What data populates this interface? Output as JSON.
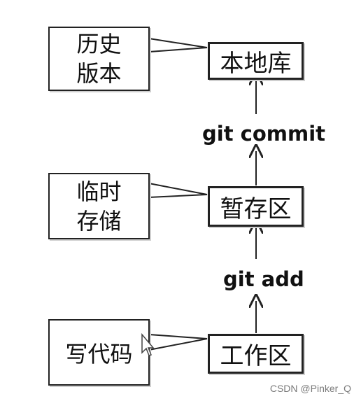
{
  "nodes": {
    "repo": "本地库",
    "staging": "暂存区",
    "workspace": "工作区"
  },
  "commands": {
    "commit": "git commit",
    "add": "git add"
  },
  "callouts": {
    "repo_line1": "历史",
    "repo_line2": "版本",
    "staging_line1": "临时",
    "staging_line2": "存储",
    "workspace": "写代码"
  },
  "watermark": "CSDN @Pinker_Q",
  "colors": {
    "stroke": "#222222",
    "text": "#111111",
    "watermark": "#7a7a7a"
  },
  "icons": {
    "cursor": "mouse-pointer-icon",
    "arrow": "arrow-up-icon"
  }
}
